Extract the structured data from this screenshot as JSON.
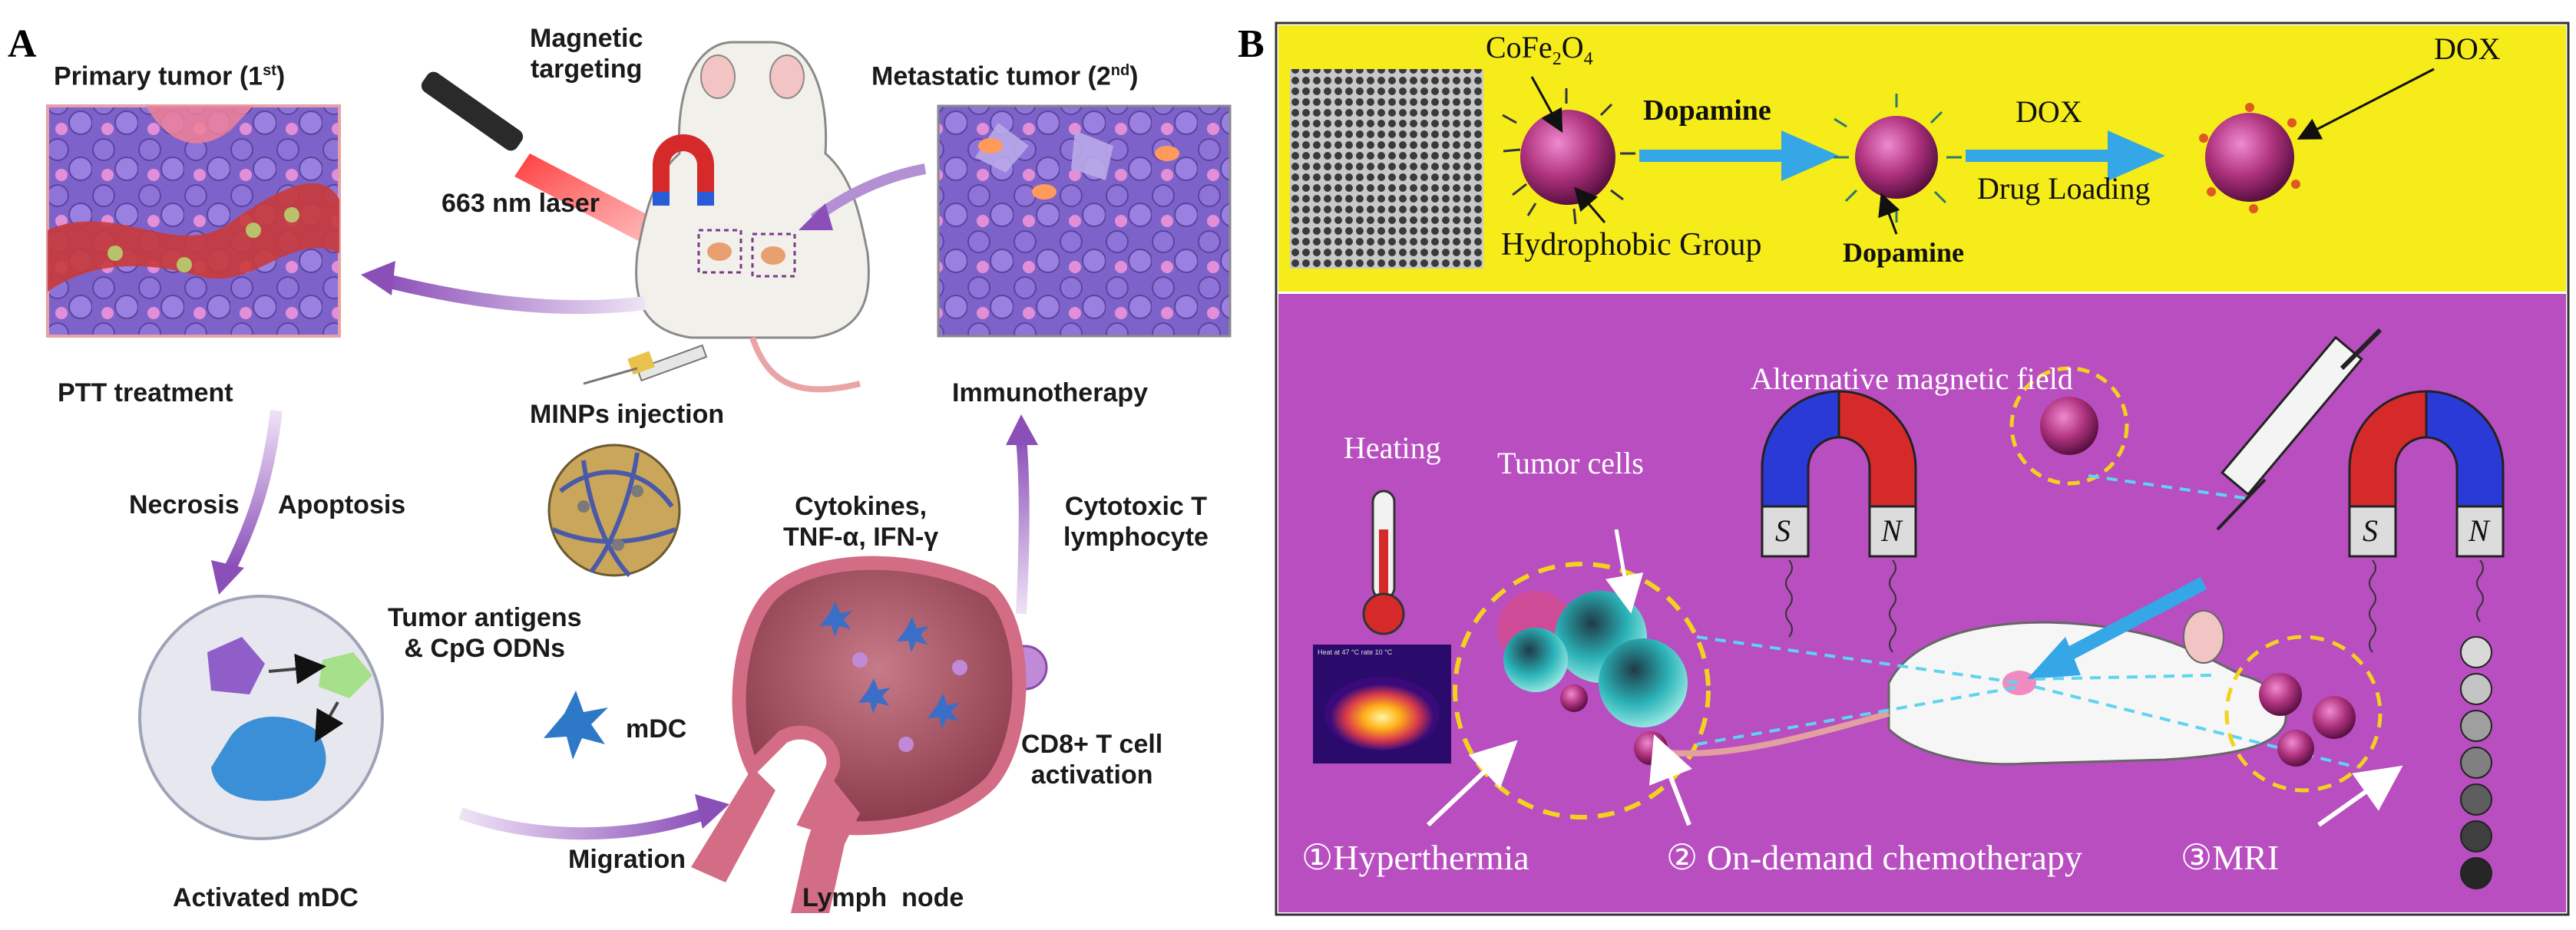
{
  "panel_a": {
    "letter": "A",
    "primary_tumor_main": "Primary tumor (1",
    "primary_tumor_sup": "st",
    "primary_tumor_close": ")",
    "magnetic_targeting": "Magnetic\ntargeting",
    "metastatic_tumor_main": "Metastatic tumor (2",
    "metastatic_tumor_sup": "nd",
    "metastatic_tumor_close": ")",
    "laser": "663 nm laser",
    "ptt": "PTT treatment",
    "minps": "MINPs injection",
    "immunotherapy": "Immunotherapy",
    "necrosis": "Necrosis",
    "apoptosis": "Apoptosis",
    "cytokines": "Cytokines,\nTNF-α, IFN-γ",
    "cytotoxic": "Cytotoxic T\nlymphocyte",
    "antigens": "Tumor antigens\n& CpG ODNs",
    "cd8": "CD8+ T cell\nactivation",
    "mdc": "mDC",
    "migration": "Migration",
    "activated": "Activated mDC",
    "lymph": "Lymph  node"
  },
  "panel_b": {
    "letter": "B",
    "cofe_main": "CoFe",
    "cofe_sub1": "2",
    "cofe_mid": "O",
    "cofe_sub2": "4",
    "dopamine_arrow": "Dopamine",
    "dox_arrow": "DOX",
    "drug_loading": "Drug Loading",
    "dox_label": "DOX",
    "hydrophobic": "Hydrophobic Group",
    "dopamine_label": "Dopamine",
    "alt_field": "Alternative magnetic field",
    "heating": "Heating",
    "tumor_cells": "Tumor cells",
    "pole_s": "S",
    "pole_n": "N",
    "thermal_caption": "Heat at 47 °C   rate 10 °C",
    "hyperthermia": "①Hyperthermia",
    "chemo": "② On-demand chemotherapy",
    "mri": "③MRI"
  },
  "colors": {
    "yellow_bg": "#f5ec1a",
    "purple_bg": "#b84ec0",
    "arrow_blue": "#35a7e6",
    "arrow_purple": "#8b4fb8",
    "dashed_yellow": "#f3d21d"
  },
  "mri_gray_levels": [
    "#d9d9d9",
    "#c4c4c4",
    "#9f9f9f",
    "#808080",
    "#5e5e5e",
    "#3f3f3f",
    "#262626"
  ]
}
